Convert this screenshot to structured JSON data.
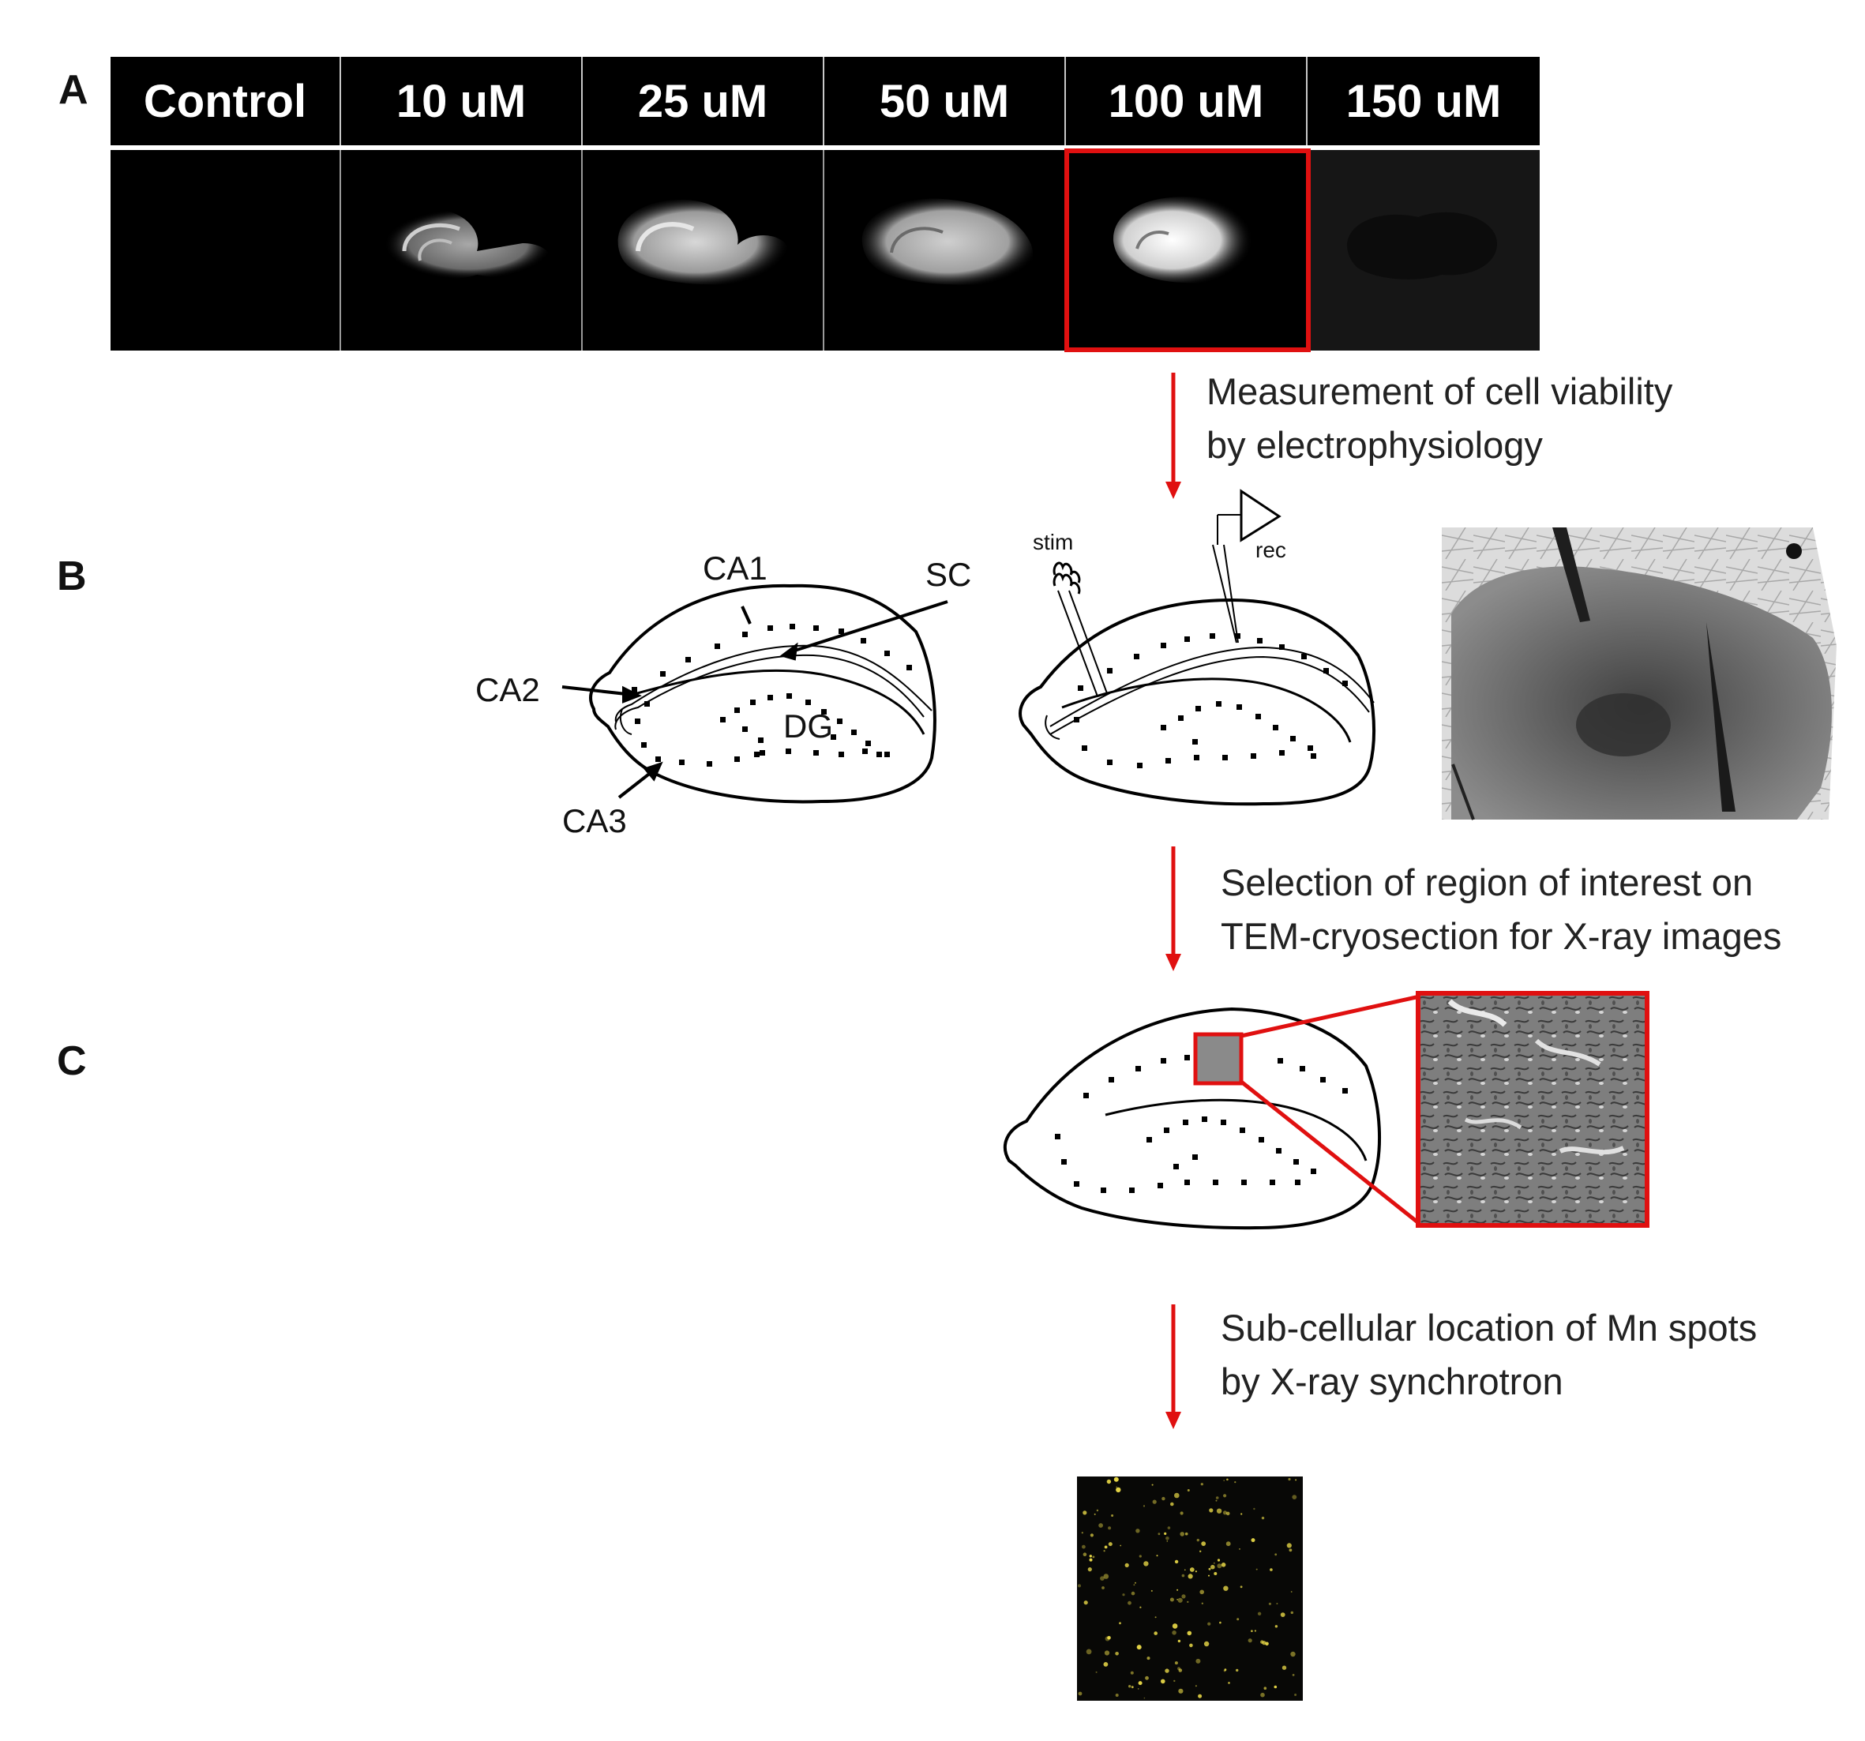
{
  "panels": {
    "a": "A",
    "b": "B",
    "c": "C"
  },
  "concentrations": [
    "Control",
    "10 uM",
    "25 uM",
    "50 uM",
    "100 uM",
    "150 uM"
  ],
  "highlighted_concentration": "100 uM",
  "steps": {
    "step1": [
      "Measurement of cell viability",
      "by electrophysiology"
    ],
    "step2": [
      "Selection of region of interest on",
      "TEM-cryosection for X-ray images"
    ],
    "step3": [
      "Sub-cellular location of Mn spots",
      "by X-ray synchrotron"
    ]
  },
  "hippocampus_labels": {
    "ca1": "CA1",
    "ca2": "CA2",
    "ca3": "CA3",
    "sc": "SC",
    "dg": "DG"
  },
  "electrode_labels": {
    "stim": "stim",
    "rec": "rec"
  },
  "colors": {
    "arrow": "#e01010",
    "highlight": "#e01010",
    "mn_spots": "#f2e14a"
  }
}
